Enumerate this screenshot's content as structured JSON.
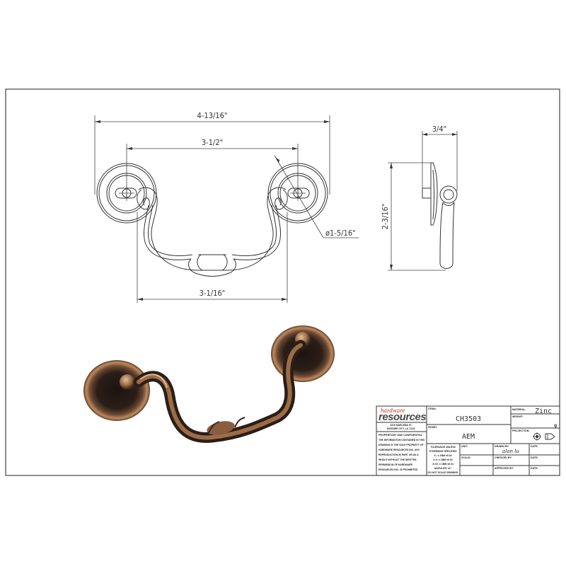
{
  "drawing": {
    "front_view": {
      "overall_width": "4-13/16\"",
      "center_to_center": "3-1/2\"",
      "inner_width": "3-1/16\"",
      "backplate_diameter": "ø1-5/16\""
    },
    "side_view": {
      "projection": "3/4\"",
      "height": "2-3/16\""
    }
  },
  "title_block": {
    "brand_top": "hardware",
    "brand_main": "resources",
    "address_line1": "4319 MARLENA ST.",
    "address_line2": "BOSSIER CITY, LA 71111",
    "confidential_header": "PROPRIETARY AND CONFIDENTIAL",
    "confidential_lines": [
      "THE INFORMATION CONTAINED IN THIS",
      "DRAWING IS THE SOLE PROPERTY OF",
      "HARDWARE RESOURCES INC. ANY",
      "REPRODUCTION IN PART OR AS A",
      "WHOLE WITHOUT THE WRITTEN",
      "PERMISSION OF HARDWARE",
      "RESOURCES INC. IS PROHIBITED"
    ],
    "item_label": "ITEM#:",
    "item_value": "CH3503",
    "finish_label": "FINISH:",
    "finish_value": "AEM",
    "material_label": "MATERIAL:",
    "material_value": "Zinc",
    "weight_label": "WEIGHT:",
    "weight_value": "g",
    "projection_label": "PROJECTION:",
    "tolerance_lines": [
      "TOLERANCE UNLESS",
      "OTHERWISE SPECIFIED",
      "X.: ± 1MM ±0.04",
      "X.X: ± 1MM ±0.04",
      "X.XX: ± 1MM ±0.04",
      "ANGULAR: ±1°",
      "DO NOT SCALE DRAWING"
    ],
    "unit_label": "UNIT:",
    "scale_label": "SCALE:",
    "drawn_by_label": "DRAWN BY:",
    "drawn_by_signature": "alan lu",
    "checked_by_label": "CHECKED BY:",
    "approved_by_label": "APPROVED BY:",
    "date_labels": [
      "DATE:",
      "DATE:",
      "DATE:"
    ]
  },
  "photo": {
    "alt": "antique copper bail drop pull photo",
    "color_dark": "#2a1e18",
    "color_copper": "#b07a4f",
    "color_highlight": "#d9a878"
  }
}
